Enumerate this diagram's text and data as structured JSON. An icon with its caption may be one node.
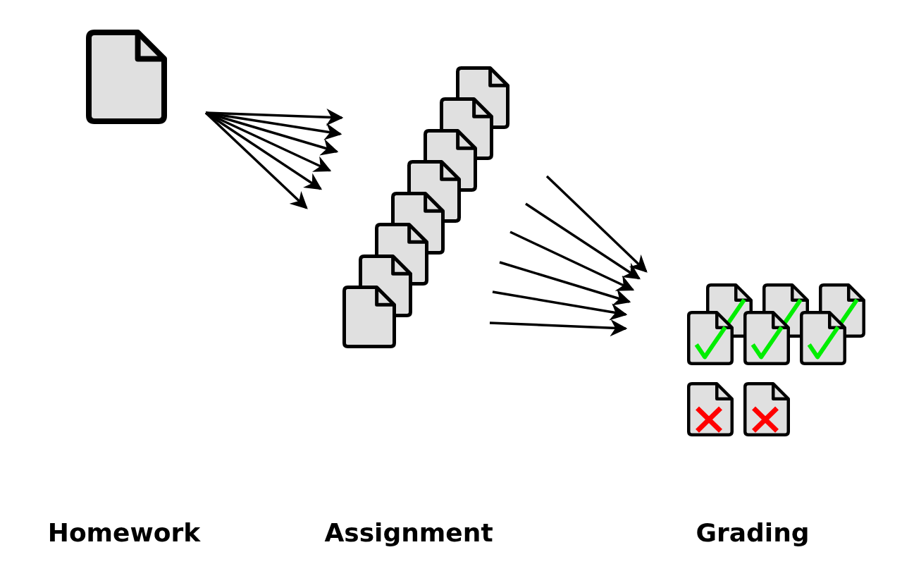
{
  "diagram": {
    "nodes": [
      {
        "text": [
          "Homework"
        ]
      },
      {
        "text": [],
        "shape": "picture",
        "in": 0
      },
      {
        "text": [
          "Assignment"
        ]
      },
      {
        "text": [],
        "shape": "picture",
        "in": 2
      },
      {
        "text": [],
        "shape": "picture",
        "in": 2
      },
      {
        "text": [],
        "shape": "picture",
        "in": 2
      },
      {
        "text": [],
        "shape": "picture",
        "in": 2
      },
      {
        "text": [],
        "shape": "picture",
        "in": 2
      },
      {
        "text": [],
        "shape": "picture",
        "in": 2
      },
      {
        "text": [],
        "shape": "picture",
        "in": 2
      },
      {
        "text": [],
        "shape": "picture",
        "in": 2
      },
      {
        "text": [
          "Grading"
        ]
      },
      {
        "text": [],
        "shape": "picture",
        "in": 11
      },
      {
        "text": [],
        "shape": "picture",
        "in": 11
      },
      {
        "text": [],
        "shape": "picture",
        "in": 11
      },
      {
        "text": [],
        "shape": "picture",
        "in": 11
      },
      {
        "text": [],
        "shape": "picture",
        "in": 11
      },
      {
        "text": [],
        "shape": "picture",
        "in": 11
      },
      {
        "text": [],
        "shape": "picture",
        "in": 11
      },
      {
        "text": [],
        "shape": "picture",
        "in": 11
      }
    ],
    "edges": [
      {
        "from": 0,
        "to": 2,
        "arrow": "to"
      },
      {
        "from": 0,
        "to": 2,
        "arrow": "to"
      },
      {
        "from": 0,
        "to": 2,
        "arrow": "to"
      },
      {
        "from": 0,
        "to": 2,
        "arrow": "to"
      },
      {
        "from": 0,
        "to": 2,
        "arrow": "to"
      },
      {
        "from": 0,
        "to": 2,
        "arrow": "to"
      },
      {
        "from": 2,
        "to": 11,
        "arrow": "to"
      },
      {
        "from": 2,
        "to": 11,
        "arrow": "to"
      },
      {
        "from": 2,
        "to": 11,
        "arrow": "to"
      },
      {
        "from": 2,
        "to": 11,
        "arrow": "to"
      },
      {
        "from": 2,
        "to": 11,
        "arrow": "to"
      },
      {
        "from": 2,
        "to": 11,
        "arrow": "to"
      }
    ]
  }
}
